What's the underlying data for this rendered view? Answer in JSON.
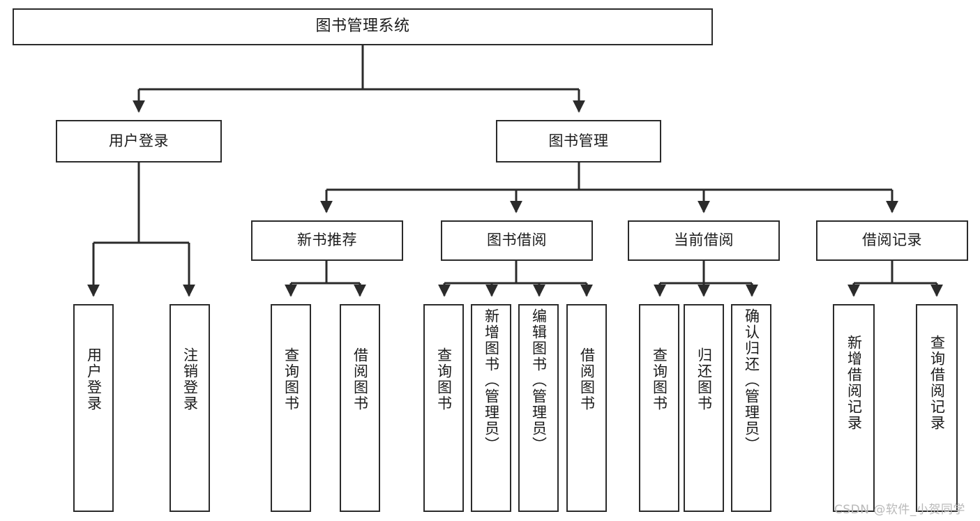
{
  "diagram": {
    "type": "tree-hierarchy-chart",
    "title": "图书管理系统",
    "watermark": "CSDN @软件_小贺同学",
    "colors": {
      "stroke": "#2b2b2b",
      "fill": "#ffffff",
      "text": "#1b1b1b",
      "watermark": "#b9b9b9",
      "background": "#ffffff"
    },
    "nodes": {
      "root": {
        "label": "图书管理系统",
        "orientation": "horizontal"
      },
      "level2": [
        {
          "label": "用户登录",
          "orientation": "horizontal"
        },
        {
          "label": "图书管理",
          "orientation": "horizontal"
        }
      ],
      "level3": [
        {
          "label": "新书推荐",
          "orientation": "horizontal"
        },
        {
          "label": "图书借阅",
          "orientation": "horizontal"
        },
        {
          "label": "当前借阅",
          "orientation": "horizontal"
        },
        {
          "label": "借阅记录",
          "orientation": "horizontal"
        }
      ],
      "leaves_user_login": [
        {
          "label": "用户登录",
          "orientation": "vertical"
        },
        {
          "label": "注销登录",
          "orientation": "vertical"
        }
      ],
      "leaves_new_book": [
        {
          "label": "查询图书",
          "orientation": "vertical"
        },
        {
          "label": "借阅图书",
          "orientation": "vertical"
        }
      ],
      "leaves_borrow": [
        {
          "label": "查询图书",
          "orientation": "vertical"
        },
        {
          "label": "新增图书（管理员）",
          "orientation": "vertical"
        },
        {
          "label": "编辑图书（管理员）",
          "orientation": "vertical"
        },
        {
          "label": "借阅图书",
          "orientation": "vertical"
        }
      ],
      "leaves_current": [
        {
          "label": "查询图书",
          "orientation": "vertical"
        },
        {
          "label": "归还图书",
          "orientation": "vertical"
        },
        {
          "label": "确认归还（管理员）",
          "orientation": "vertical"
        }
      ],
      "leaves_records": [
        {
          "label": "新增借阅记录",
          "orientation": "vertical"
        },
        {
          "label": "查询借阅记录",
          "orientation": "vertical"
        }
      ]
    }
  }
}
